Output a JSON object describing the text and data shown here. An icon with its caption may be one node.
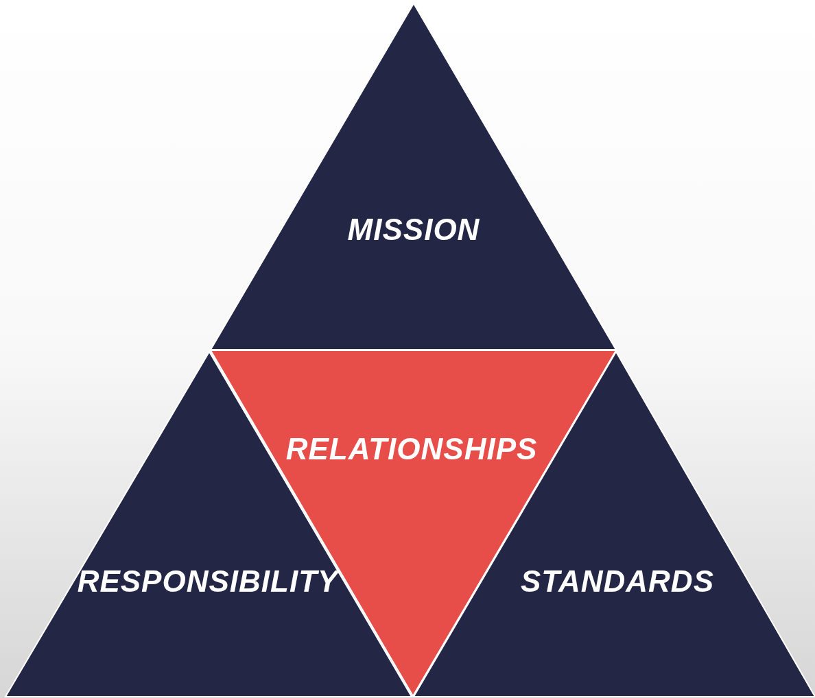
{
  "diagram": {
    "nodes": [
      {
        "text": [
          "MISSION"
        ]
      },
      {
        "text": [
          "RELATIONSHIPS"
        ]
      },
      {
        "text": [
          "RESPONSIBILITY"
        ]
      },
      {
        "text": [
          "STANDARDS"
        ]
      }
    ],
    "edges": []
  }
}
